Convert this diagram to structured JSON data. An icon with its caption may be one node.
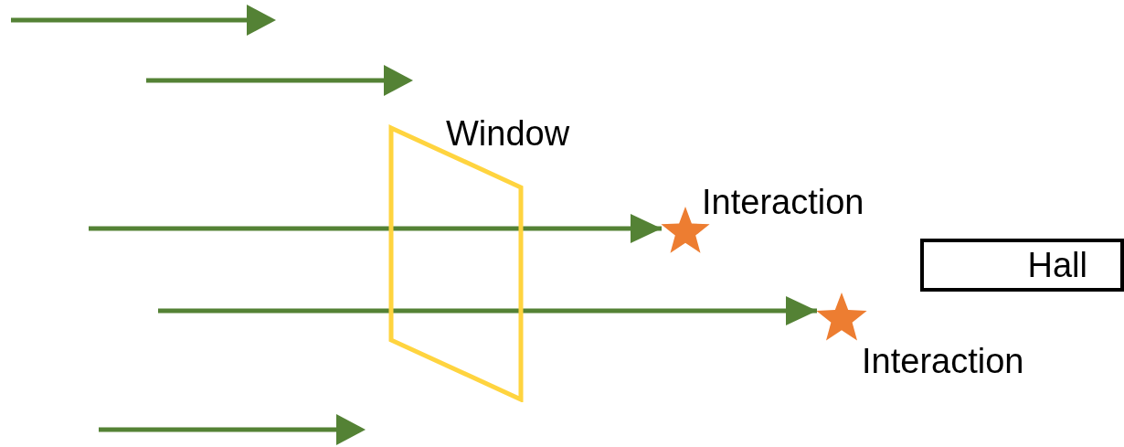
{
  "diagram": {
    "nodes": [
      {
        "text": [
          "Window"
        ]
      },
      {
        "text": [],
        "shape": "star",
        "beside": [
          "Interaction"
        ]
      },
      {
        "text": [],
        "shape": "star",
        "beside": [
          "Interaction"
        ]
      },
      {
        "text": [
          "Hall"
        ]
      }
    ],
    "edges": [
      {
        "from": null,
        "to": 1,
        "arrow": "to"
      },
      {
        "from": null,
        "to": 2,
        "arrow": "to"
      }
    ]
  }
}
